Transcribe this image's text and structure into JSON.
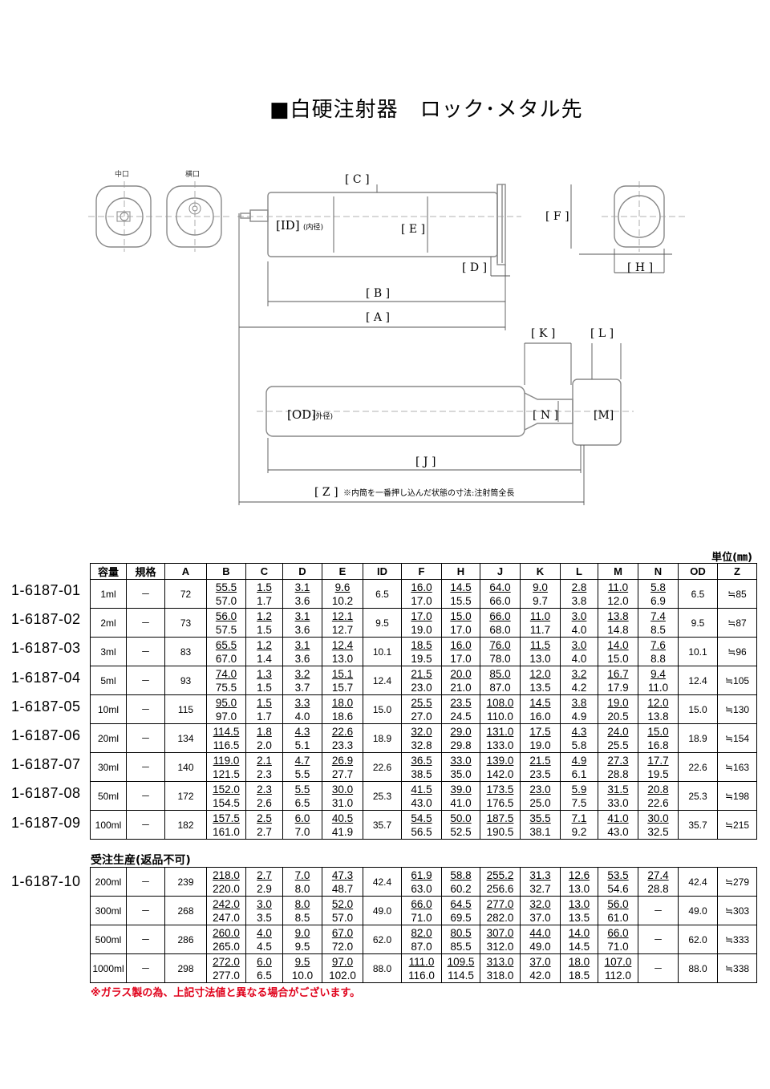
{
  "title": "■白硬注射器　ロック･メタル先",
  "drawing": {
    "tip_center": "中口",
    "tip_side": "横口",
    "C": "[ C ]",
    "ID": "[ID]",
    "ID_note": "(内径)",
    "E": "[ E ]",
    "D": "[ D ]",
    "B": "[ B ]",
    "A": "[ A ]",
    "F": "[ F ]",
    "H": "[ H ]",
    "K": "[ K ]",
    "L": "[ L ]",
    "OD": "[OD]",
    "OD_note": "(外径)",
    "N": "[ N ]",
    "M": "[M]",
    "J": "[ J ]",
    "Z": "[ Z ]",
    "Z_note": "※内筒を一番押し込んだ状態の寸法:注射筒全長"
  },
  "unit_label": "単位(㎜)",
  "headers": [
    "容量",
    "規格",
    "A",
    "B",
    "C",
    "D",
    "E",
    "ID",
    "F",
    "H",
    "J",
    "K",
    "L",
    "M",
    "N",
    "OD",
    "Z"
  ],
  "rows": [
    {
      "code": "1-6187-01",
      "cap": "1ml",
      "spec": "－",
      "A": "72",
      "B": [
        "55.5",
        "57.0"
      ],
      "C": [
        "1.5",
        "1.7"
      ],
      "D": [
        "3.1",
        "3.6"
      ],
      "E": [
        "9.6",
        "10.2"
      ],
      "ID": "6.5",
      "F": [
        "16.0",
        "17.0"
      ],
      "H": [
        "14.5",
        "15.5"
      ],
      "J": [
        "64.0",
        "66.0"
      ],
      "K": [
        "9.0",
        "9.7"
      ],
      "L": [
        "2.8",
        "3.8"
      ],
      "M": [
        "11.0",
        "12.0"
      ],
      "N": [
        "5.8",
        "6.9"
      ],
      "OD": "6.5",
      "Z": "≒85"
    },
    {
      "code": "1-6187-02",
      "cap": "2ml",
      "spec": "－",
      "A": "73",
      "B": [
        "56.0",
        "57.5"
      ],
      "C": [
        "1.2",
        "1.5"
      ],
      "D": [
        "3.1",
        "3.6"
      ],
      "E": [
        "12.1",
        "12.7"
      ],
      "ID": "9.5",
      "F": [
        "17.0",
        "19.0"
      ],
      "H": [
        "15.0",
        "17.0"
      ],
      "J": [
        "66.0",
        "68.0"
      ],
      "K": [
        "11.0",
        "11.7"
      ],
      "L": [
        "3.0",
        "4.0"
      ],
      "M": [
        "13.8",
        "14.8"
      ],
      "N": [
        "7.4",
        "8.5"
      ],
      "OD": "9.5",
      "Z": "≒87"
    },
    {
      "code": "1-6187-03",
      "cap": "3ml",
      "spec": "－",
      "A": "83",
      "B": [
        "65.5",
        "67.0"
      ],
      "C": [
        "1.2",
        "1.4"
      ],
      "D": [
        "3.1",
        "3.6"
      ],
      "E": [
        "12.4",
        "13.0"
      ],
      "ID": "10.1",
      "F": [
        "18.5",
        "19.5"
      ],
      "H": [
        "16.0",
        "17.0"
      ],
      "J": [
        "76.0",
        "78.0"
      ],
      "K": [
        "11.5",
        "13.0"
      ],
      "L": [
        "3.0",
        "4.0"
      ],
      "M": [
        "14.0",
        "15.0"
      ],
      "N": [
        "7.6",
        "8.8"
      ],
      "OD": "10.1",
      "Z": "≒96"
    },
    {
      "code": "1-6187-04",
      "cap": "5ml",
      "spec": "－",
      "A": "93",
      "B": [
        "74.0",
        "75.5"
      ],
      "C": [
        "1.3",
        "1.5"
      ],
      "D": [
        "3.2",
        "3.7"
      ],
      "E": [
        "15.1",
        "15.7"
      ],
      "ID": "12.4",
      "F": [
        "21.5",
        "23.0"
      ],
      "H": [
        "20.0",
        "21.0"
      ],
      "J": [
        "85.0",
        "87.0"
      ],
      "K": [
        "12.0",
        "13.5"
      ],
      "L": [
        "3.2",
        "4.2"
      ],
      "M": [
        "16.7",
        "17.9"
      ],
      "N": [
        "9.4",
        "11.0"
      ],
      "OD": "12.4",
      "Z": "≒105"
    },
    {
      "code": "1-6187-05",
      "cap": "10ml",
      "spec": "－",
      "A": "115",
      "B": [
        "95.0",
        "97.0"
      ],
      "C": [
        "1.5",
        "1.7"
      ],
      "D": [
        "3.3",
        "4.0"
      ],
      "E": [
        "18.0",
        "18.6"
      ],
      "ID": "15.0",
      "F": [
        "25.5",
        "27.0"
      ],
      "H": [
        "23.5",
        "24.5"
      ],
      "J": [
        "108.0",
        "110.0"
      ],
      "K": [
        "14.5",
        "16.0"
      ],
      "L": [
        "3.8",
        "4.9"
      ],
      "M": [
        "19.0",
        "20.5"
      ],
      "N": [
        "12.0",
        "13.8"
      ],
      "OD": "15.0",
      "Z": "≒130"
    },
    {
      "code": "1-6187-06",
      "cap": "20ml",
      "spec": "－",
      "A": "134",
      "B": [
        "114.5",
        "116.5"
      ],
      "C": [
        "1.8",
        "2.0"
      ],
      "D": [
        "4.3",
        "5.1"
      ],
      "E": [
        "22.6",
        "23.3"
      ],
      "ID": "18.9",
      "F": [
        "32.0",
        "32.8"
      ],
      "H": [
        "29.0",
        "29.8"
      ],
      "J": [
        "131.0",
        "133.0"
      ],
      "K": [
        "17.5",
        "19.0"
      ],
      "L": [
        "4.3",
        "5.8"
      ],
      "M": [
        "24.0",
        "25.5"
      ],
      "N": [
        "15.0",
        "16.8"
      ],
      "OD": "18.9",
      "Z": "≒154"
    },
    {
      "code": "1-6187-07",
      "cap": "30ml",
      "spec": "－",
      "A": "140",
      "B": [
        "119.0",
        "121.5"
      ],
      "C": [
        "2.1",
        "2.3"
      ],
      "D": [
        "4.7",
        "5.5"
      ],
      "E": [
        "26.9",
        "27.7"
      ],
      "ID": "22.6",
      "F": [
        "36.5",
        "38.5"
      ],
      "H": [
        "33.0",
        "35.0"
      ],
      "J": [
        "139.0",
        "142.0"
      ],
      "K": [
        "21.5",
        "23.5"
      ],
      "L": [
        "4.9",
        "6.1"
      ],
      "M": [
        "27.3",
        "28.8"
      ],
      "N": [
        "17.7",
        "19.5"
      ],
      "OD": "22.6",
      "Z": "≒163"
    },
    {
      "code": "1-6187-08",
      "cap": "50ml",
      "spec": "－",
      "A": "172",
      "B": [
        "152.0",
        "154.5"
      ],
      "C": [
        "2.3",
        "2.6"
      ],
      "D": [
        "5.5",
        "6.5"
      ],
      "E": [
        "30.0",
        "31.0"
      ],
      "ID": "25.3",
      "F": [
        "41.5",
        "43.0"
      ],
      "H": [
        "39.0",
        "41.0"
      ],
      "J": [
        "173.5",
        "176.5"
      ],
      "K": [
        "23.0",
        "25.0"
      ],
      "L": [
        "5.9",
        "7.5"
      ],
      "M": [
        "31.5",
        "33.0"
      ],
      "N": [
        "20.8",
        "22.6"
      ],
      "OD": "25.3",
      "Z": "≒198"
    },
    {
      "code": "1-6187-09",
      "cap": "100ml",
      "spec": "－",
      "A": "182",
      "B": [
        "157.5",
        "161.0"
      ],
      "C": [
        "2.5",
        "2.7"
      ],
      "D": [
        "6.0",
        "7.0"
      ],
      "E": [
        "40.5",
        "41.9"
      ],
      "ID": "35.7",
      "F": [
        "54.5",
        "56.5"
      ],
      "H": [
        "50.0",
        "52.5"
      ],
      "J": [
        "187.5",
        "190.5"
      ],
      "K": [
        "35.5",
        "38.1"
      ],
      "L": [
        "7.1",
        "9.2"
      ],
      "M": [
        "41.0",
        "43.0"
      ],
      "N": [
        "30.0",
        "32.5"
      ],
      "OD": "35.7",
      "Z": "≒215"
    }
  ],
  "order_note": "受注生産(返品不可)",
  "order_code": "1-6187-10",
  "order_rows": [
    {
      "cap": "200ml",
      "spec": "－",
      "A": "239",
      "B": [
        "218.0",
        "220.0"
      ],
      "C": [
        "2.7",
        "2.9"
      ],
      "D": [
        "7.0",
        "8.0"
      ],
      "E": [
        "47.3",
        "48.7"
      ],
      "ID": "42.4",
      "F": [
        "61.9",
        "63.0"
      ],
      "H": [
        "58.8",
        "60.2"
      ],
      "J": [
        "255.2",
        "256.6"
      ],
      "K": [
        "31.3",
        "32.7"
      ],
      "L": [
        "12.6",
        "13.0"
      ],
      "M": [
        "53.5",
        "54.6"
      ],
      "N": [
        "27.4",
        "28.8"
      ],
      "OD": "42.4",
      "Z": "≒279"
    },
    {
      "cap": "300ml",
      "spec": "－",
      "A": "268",
      "B": [
        "242.0",
        "247.0"
      ],
      "C": [
        "3.0",
        "3.5"
      ],
      "D": [
        "8.0",
        "8.5"
      ],
      "E": [
        "52.0",
        "57.0"
      ],
      "ID": "49.0",
      "F": [
        "66.0",
        "71.0"
      ],
      "H": [
        "64.5",
        "69.5"
      ],
      "J": [
        "277.0",
        "282.0"
      ],
      "K": [
        "32.0",
        "37.0"
      ],
      "L": [
        "13.0",
        "13.5"
      ],
      "M": [
        "56.0",
        "61.0"
      ],
      "N": "－",
      "OD": "49.0",
      "Z": "≒303"
    },
    {
      "cap": "500ml",
      "spec": "－",
      "A": "286",
      "B": [
        "260.0",
        "265.0"
      ],
      "C": [
        "4.0",
        "4.5"
      ],
      "D": [
        "9.0",
        "9.5"
      ],
      "E": [
        "67.0",
        "72.0"
      ],
      "ID": "62.0",
      "F": [
        "82.0",
        "87.0"
      ],
      "H": [
        "80.5",
        "85.5"
      ],
      "J": [
        "307.0",
        "312.0"
      ],
      "K": [
        "44.0",
        "49.0"
      ],
      "L": [
        "14.0",
        "14.5"
      ],
      "M": [
        "66.0",
        "71.0"
      ],
      "N": "－",
      "OD": "62.0",
      "Z": "≒333"
    },
    {
      "cap": "1000ml",
      "spec": "－",
      "A": "298",
      "B": [
        "272.0",
        "277.0"
      ],
      "C": [
        "6.0",
        "6.5"
      ],
      "D": [
        "9.5",
        "10.0"
      ],
      "E": [
        "97.0",
        "102.0"
      ],
      "ID": "88.0",
      "F": [
        "111.0",
        "116.0"
      ],
      "H": [
        "109.5",
        "114.5"
      ],
      "J": [
        "313.0",
        "318.0"
      ],
      "K": [
        "37.0",
        "42.0"
      ],
      "L": [
        "18.0",
        "18.5"
      ],
      "M": [
        "107.0",
        "112.0"
      ],
      "N": "－",
      "OD": "88.0",
      "Z": "≒338"
    }
  ],
  "footnote": "※ガラス製の為、上記寸法値と異なる場合がございます。",
  "colors": {
    "footnote": "#e0001a",
    "line": "#000000"
  }
}
